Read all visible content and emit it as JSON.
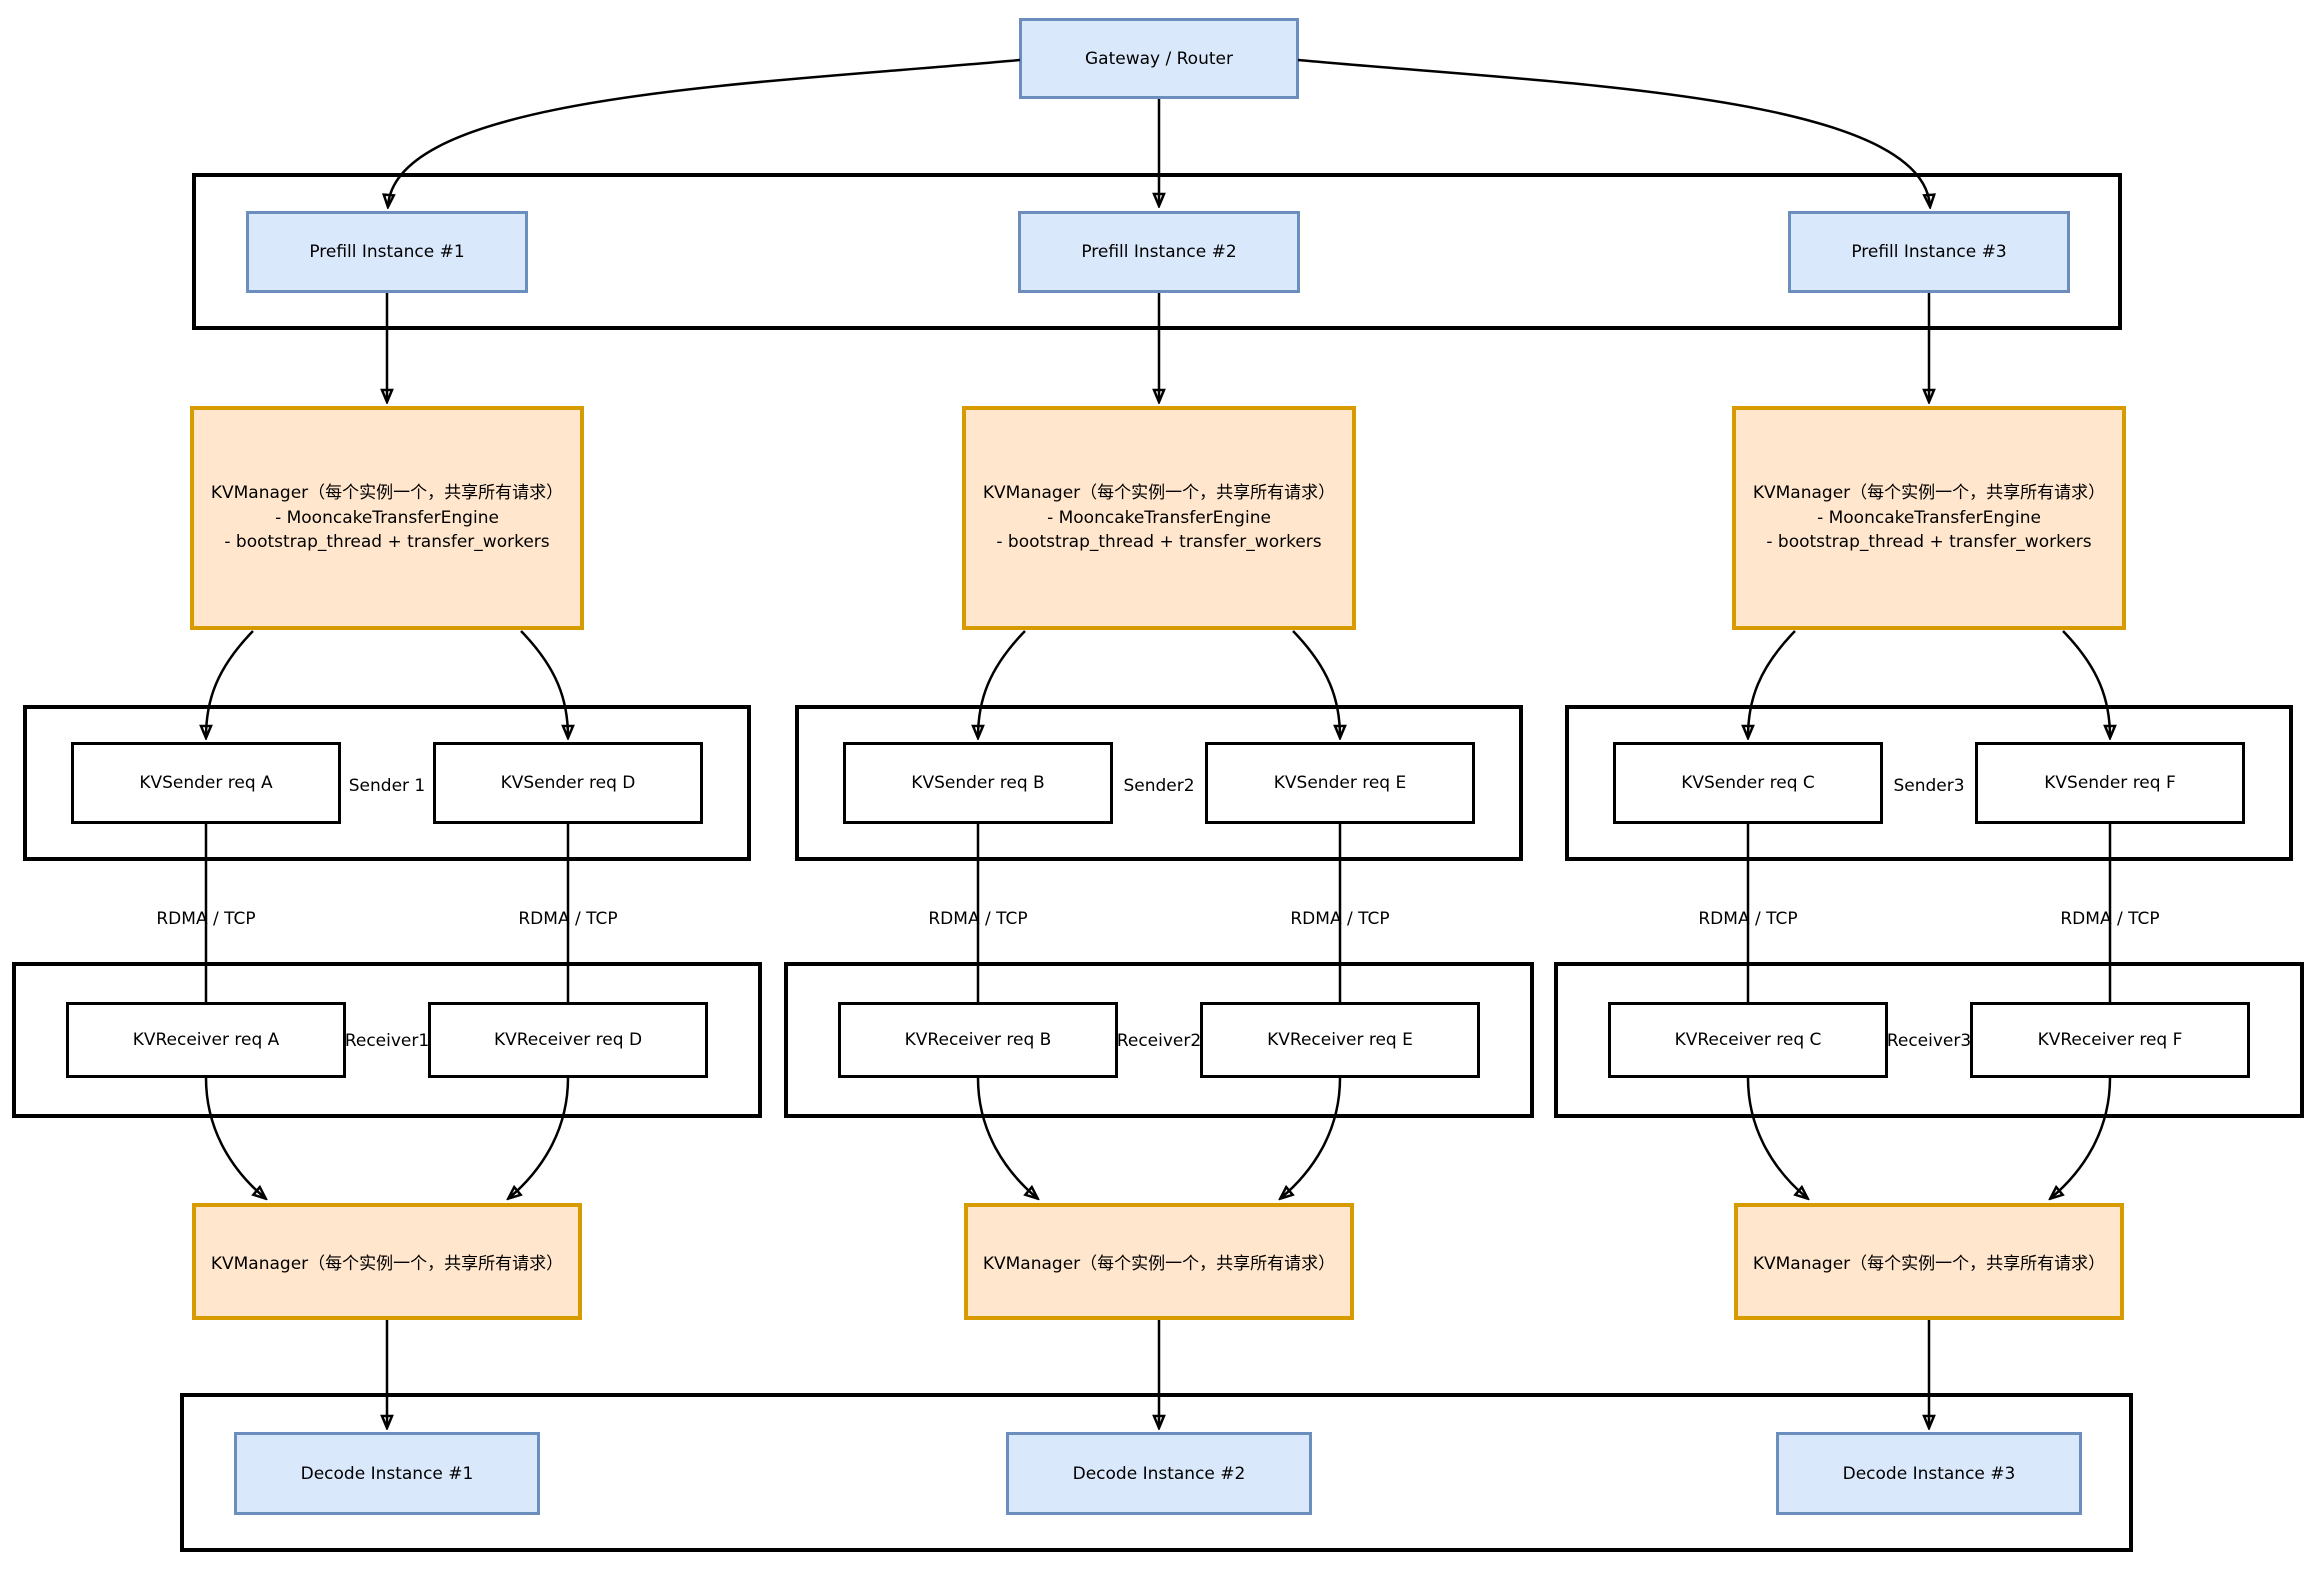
{
  "gateway": {
    "label": "Gateway / Router"
  },
  "columns": [
    {
      "prefill_label": "Prefill Instance #1",
      "kvmanager_top": [
        "KVManager（每个实例一个，共享所有请求）",
        "- MooncakeTransferEngine",
        "- bootstrap_thread + transfer_workers"
      ],
      "sender_group_label": "Sender 1",
      "kvsender_left_label": "KVSender req A",
      "kvsender_right_label": "KVSender req D",
      "rdma_left_label": "RDMA / TCP",
      "rdma_right_label": "RDMA / TCP",
      "receiver_group_label": "Receiver1",
      "kvreceiver_left_label": "KVReceiver req A",
      "kvreceiver_right_label": "KVReceiver req D",
      "kvmanager_bottom_label": "KVManager（每个实例一个，共享所有请求）",
      "decode_label": "Decode Instance #1"
    },
    {
      "prefill_label": "Prefill Instance #2",
      "kvmanager_top": [
        "KVManager（每个实例一个，共享所有请求）",
        "- MooncakeTransferEngine",
        "- bootstrap_thread + transfer_workers"
      ],
      "sender_group_label": "Sender2",
      "kvsender_left_label": "KVSender req B",
      "kvsender_right_label": "KVSender req E",
      "rdma_left_label": "RDMA / TCP",
      "rdma_right_label": "RDMA / TCP",
      "receiver_group_label": "Receiver2",
      "kvreceiver_left_label": "KVReceiver req B",
      "kvreceiver_right_label": "KVReceiver req E",
      "kvmanager_bottom_label": "KVManager（每个实例一个，共享所有请求）",
      "decode_label": "Decode Instance #2"
    },
    {
      "prefill_label": "Prefill Instance #3",
      "kvmanager_top": [
        "KVManager（每个实例一个，共享所有请求）",
        "- MooncakeTransferEngine",
        "- bootstrap_thread + transfer_workers"
      ],
      "sender_group_label": "Sender3",
      "kvsender_left_label": "KVSender req C",
      "kvsender_right_label": "KVSender req F",
      "rdma_left_label": "RDMA / TCP",
      "rdma_right_label": "RDMA / TCP",
      "receiver_group_label": "Receiver3",
      "kvreceiver_left_label": "KVReceiver req C",
      "kvreceiver_right_label": "KVReceiver req F",
      "kvmanager_bottom_label": "KVManager（每个实例一个，共享所有请求）",
      "decode_label": "Decode Instance #3"
    }
  ],
  "colors": {
    "node_blue_fill": "#DAE8FC",
    "node_blue_stroke": "#6C8EBF",
    "node_orange_fill": "#FFE6CC",
    "node_orange_stroke": "#D79B00",
    "line": "#000000",
    "background": "#FFFFFF"
  }
}
